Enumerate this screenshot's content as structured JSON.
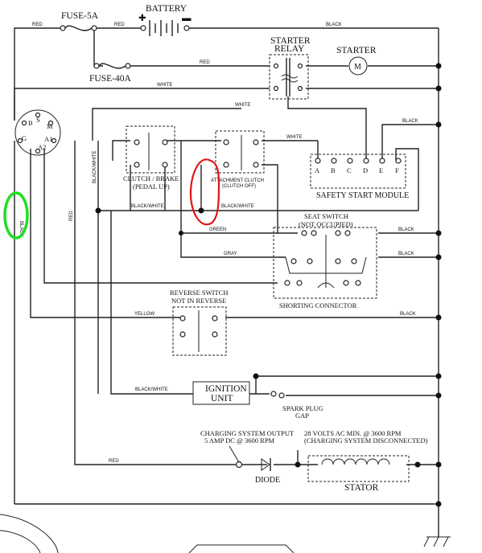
{
  "components": {
    "battery": "BATTERY",
    "fuse5": "FUSE-5A",
    "fuse40": "FUSE-40A",
    "starter_relay_1": "STARTER",
    "starter_relay_2": "RELAY",
    "starter": "STARTER",
    "motor": "M",
    "clutch_1": "CLUTCH / BRAKE",
    "clutch_2": "(PEDAL UP)",
    "attach_1": "ATTACHMENT CLUTCH",
    "attach_2": "(CLUTCH OFF)",
    "safety": "SAFETY START MODULE",
    "seat_1": "SEAT SWITCH",
    "seat_2": "(NOT OCCUPIED)",
    "shorting": "SHORTING CONNECTOR",
    "reverse_1": "REVERSE SWITCH",
    "reverse_2": "NOT IN REVERSE",
    "ignition_1": "IGNITION",
    "ignition_2": "UNIT",
    "spark_1": "SPARK PLUG",
    "spark_2": "GAP",
    "charging_1": "CHARGING SYSTEM OUTPUT",
    "charging_2": "5 AMP DC @ 3600 RPM",
    "stator_note_1": "28 VOLTS AC MIN. @ 3600 RPM",
    "stator_note_2": "(CHARGING SYSTEM DISCONNECTED)",
    "diode": "DIODE",
    "stator": "STATOR"
  },
  "safety_terminals": [
    "A",
    "B",
    "C",
    "D",
    "E",
    "F"
  ],
  "key_terminals": {
    "b": "B",
    "s": "S",
    "m": "M",
    "g": "G",
    "a1": "A1",
    "a2": "A2"
  },
  "wires": {
    "red_1": "RED",
    "red_2": "RED",
    "red_3": "RED",
    "red_4": "RED",
    "red_5": "RED",
    "black_top": "BLACK",
    "black_module": "BLACK",
    "black_seat1": "BLACK",
    "black_seat2": "BLACK",
    "black_yellow": "BLACK",
    "black_left": "BLACK",
    "white_1": "WHITE",
    "white_2": "WHITE",
    "white_3": "WHITE",
    "bw_1": "BLACK/WHITE",
    "bw_2": "BLACK/WHITE",
    "bw_3": "BLACK/WHITE",
    "bw_4": "BLACK/WHITE",
    "green": "GREEN",
    "gray": "GRAY",
    "yellow": "YELLOW"
  },
  "annotations": {
    "red_circle_color": "#e01414",
    "green_circle_color": "#22dd22"
  }
}
